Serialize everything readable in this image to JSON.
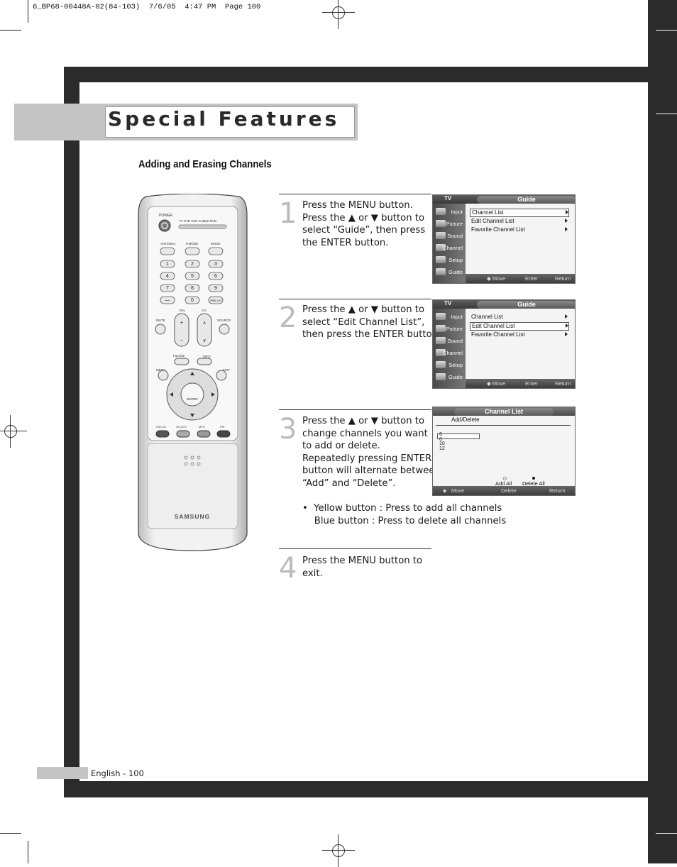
{
  "print_header": "6_BP68-00448A-02(84-103)  7/6/05  4:47 PM  Page 100",
  "title": "Special Features",
  "section_heading": "Adding and Erasing Channels",
  "steps": [
    {
      "number": "1",
      "text": "Press the MENU button.\nPress the ▲ or ▼ button to\nselect “Guide”, then press\nthe ENTER button."
    },
    {
      "number": "2",
      "text": "Press the ▲ or ▼ button to\nselect “Edit Channel List”,\nthen press the ENTER button."
    },
    {
      "number": "3",
      "text": "Press the ▲ or ▼ button to\nchange channels you want\nto add or delete.\nRepeatedly pressing ENTER\nbutton will alternate between\n“Add” and “Delete”."
    },
    {
      "number": "4",
      "text": "Press the MENU button to\nexit."
    }
  ],
  "bullet": "•  Yellow button : Press to add all channels\n    Blue button : Press to delete all channels",
  "osd_guide": {
    "source": "TV",
    "title": "Guide",
    "sidebar": [
      "Input",
      "Picture",
      "Sound",
      "Channel",
      "Setup",
      "Guide"
    ],
    "items": [
      "Channel List",
      "Edit Channel List",
      "Favorite Channel List"
    ],
    "footer": {
      "move": "◆ Move",
      "enter": "Enter",
      "return": "Return"
    }
  },
  "osd_channel_list": {
    "title": "Channel List",
    "subtitle": "Add/Delete",
    "channels": [
      "6",
      "8",
      "10",
      "12"
    ],
    "add_all": "Add All",
    "delete_all": "Delete All",
    "footer": {
      "move": "Move",
      "delete": "Delete",
      "return": "Return"
    }
  },
  "remote": {
    "brand": "SAMSUNG",
    "power": "POWER",
    "modes": "TV  STB  VCR  CABLE  DVD",
    "row_labels": [
      "ANTENNA",
      "P.MODE",
      "MODE"
    ],
    "digits": [
      "1",
      "2",
      "3",
      "4",
      "5",
      "6",
      "7",
      "8",
      "9",
      "—",
      "0",
      "PRE-CH"
    ],
    "mute": "MUTE",
    "vol": "VOL",
    "ch": "CH",
    "source": "SOURCE",
    "favorite": "Favorite",
    "info": "INFO",
    "menu": "MENU",
    "exit": "EXIT",
    "enter": "ENTER",
    "bottom_row": [
      "FAV.CH",
      "CH.LIST",
      "MTS",
      "PIP"
    ]
  },
  "footer": "English - 100"
}
